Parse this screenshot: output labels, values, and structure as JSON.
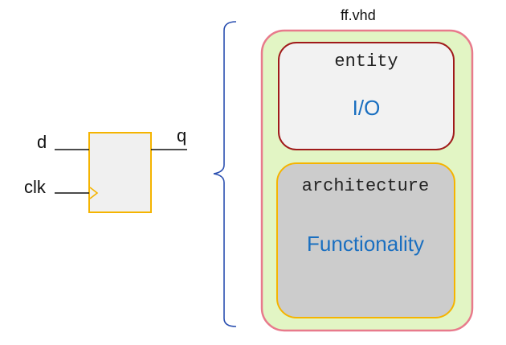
{
  "flipflop": {
    "inputs": [
      "d",
      "clk"
    ],
    "output": "q"
  },
  "file": {
    "name": "ff.vhd"
  },
  "entity": {
    "keyword": "entity",
    "description": "I/O"
  },
  "architecture": {
    "keyword": "architecture",
    "description": "Functionality"
  },
  "colors": {
    "flipflop_border": "#f5b400",
    "flipflop_fill": "#f0f0f0",
    "brace": "#2a4fb0",
    "file_border": "#e87a8c",
    "file_fill": "#e2f5c4",
    "entity_border": "#a01a1a",
    "entity_fill": "#f2f2f2",
    "architecture_border": "#f5b400",
    "architecture_fill": "#cccccc",
    "accent_text": "#1a6fc0"
  }
}
